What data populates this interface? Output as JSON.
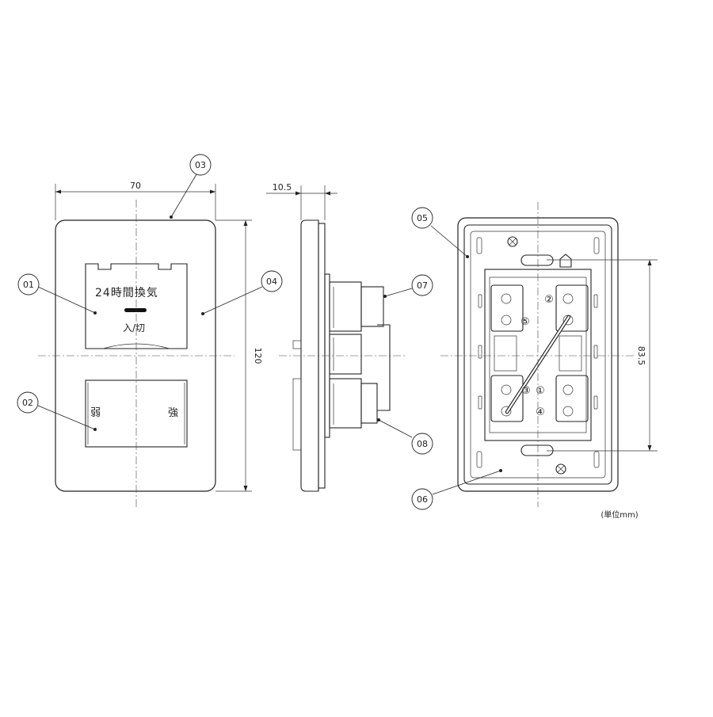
{
  "parts": [
    {
      "id": "p01",
      "label": "01"
    },
    {
      "id": "p02",
      "label": "02"
    },
    {
      "id": "p03",
      "label": "03"
    },
    {
      "id": "p04",
      "label": "04"
    },
    {
      "id": "p05",
      "label": "05"
    },
    {
      "id": "p06",
      "label": "06"
    },
    {
      "id": "p07",
      "label": "07"
    },
    {
      "id": "p08",
      "label": "08"
    }
  ],
  "dimensions": {
    "width": "70",
    "height": "120",
    "depth": "10.5",
    "mounting_pitch": "83.5"
  },
  "front": {
    "switch_title": "24時間換気",
    "switch_action": "入/切",
    "fan_low": "弱",
    "fan_high": "強"
  },
  "terminals": [
    "①",
    "②",
    "③",
    "④",
    "⑤"
  ],
  "unit_note": "(単位mm)"
}
